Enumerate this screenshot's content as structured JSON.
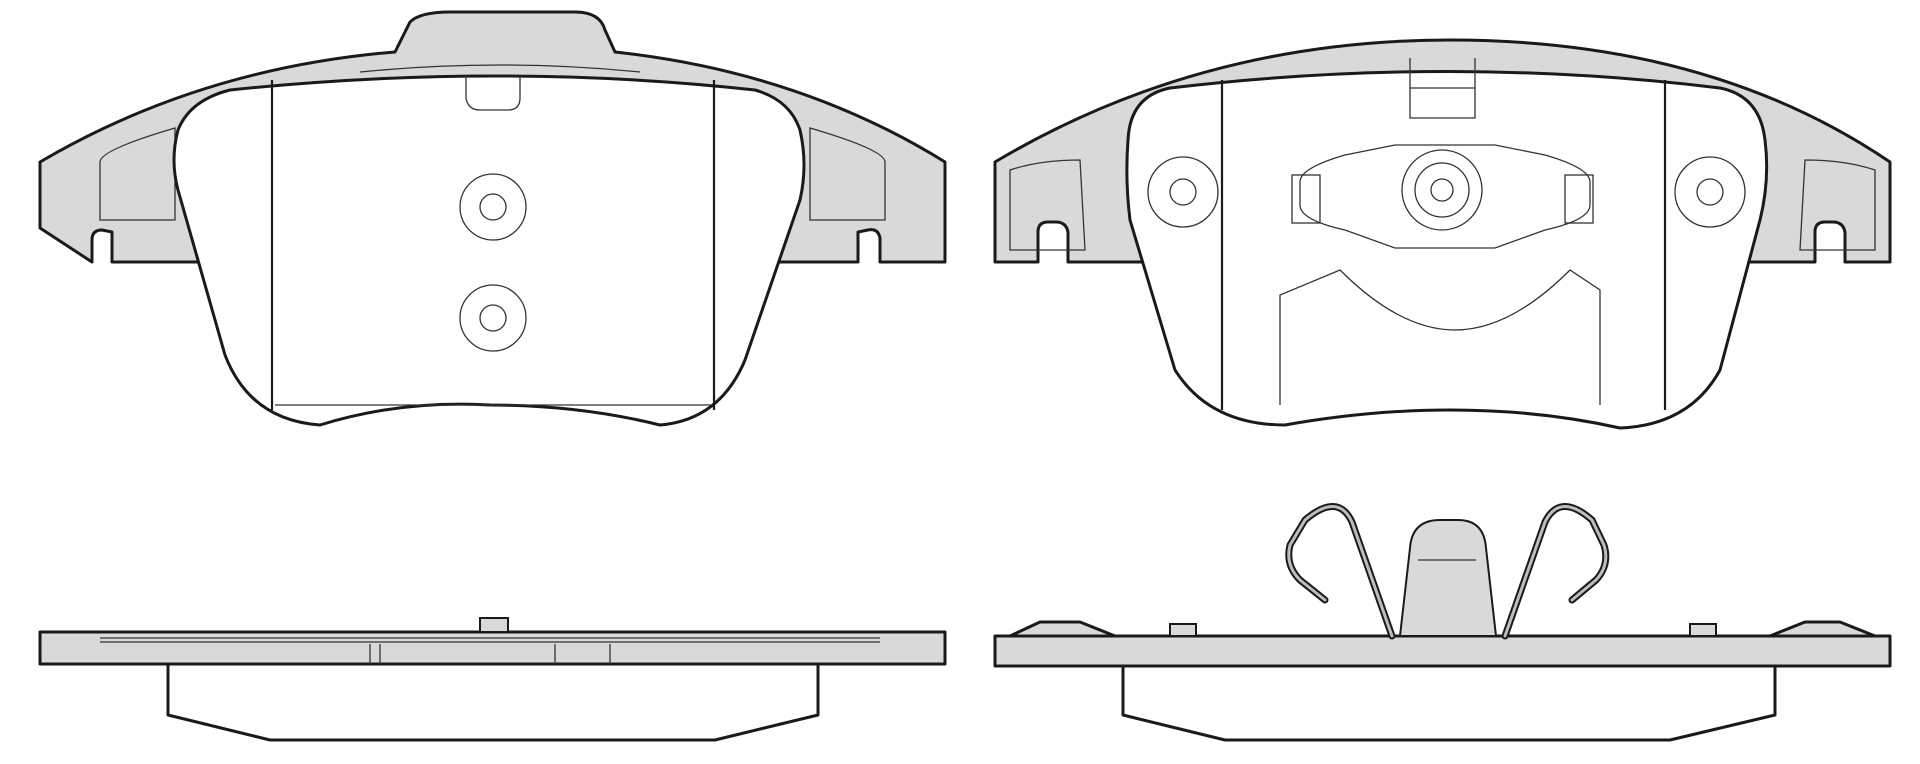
{
  "drawing": {
    "views": [
      {
        "id": "pad-left-front",
        "description": ""
      },
      {
        "id": "pad-right-back",
        "description": ""
      },
      {
        "id": "pad-left-side",
        "description": ""
      },
      {
        "id": "pad-right-side",
        "description": ""
      }
    ],
    "colors": {
      "backing_plate": "#d9d9d9",
      "friction_material": "#ffffff",
      "outline": "#1a1a1a"
    }
  }
}
